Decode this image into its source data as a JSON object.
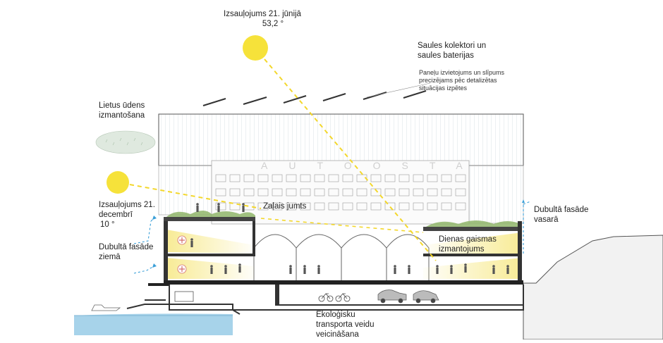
{
  "sun_summer": {
    "label_line1": "Izsauļojums 21. jūnijā",
    "label_line2": "53,2 °"
  },
  "sun_winter": {
    "label_line1": "Izsauļojums 21.",
    "label_line2": "decembrī",
    "label_line3": "10 °"
  },
  "solar": {
    "title_line1": "Saules kolektori un",
    "title_line2": "saules baterijas",
    "note_line1": "Paneļu izvietojums un slīpums",
    "note_line2": "precizējams pēc detalizētas",
    "note_line3": "situācijas izpētes"
  },
  "rain": {
    "line1": "Lietus ūdens",
    "line2": "izmantošana"
  },
  "green_roof": {
    "label": "Zaļais jumts"
  },
  "daylight": {
    "line1": "Dienas gaismas",
    "line2": "izmantojums"
  },
  "facade_summer": {
    "line1": "Dubultā fasāde",
    "line2": "vasarā"
  },
  "facade_winter": {
    "line1": "Dubultā fasāde",
    "line2": "ziemā"
  },
  "transport": {
    "line1": "Ekoloģisku",
    "line2": "transporta veidu",
    "line3": "veicināšana"
  },
  "building_sign": "AUTOOSTA",
  "colors": {
    "sun": "#f6e23a",
    "light_beam": "#f3d72b",
    "airflow": "#3a9fd8",
    "water": "#a7d3ea",
    "greenery": "#6f9d4a"
  }
}
